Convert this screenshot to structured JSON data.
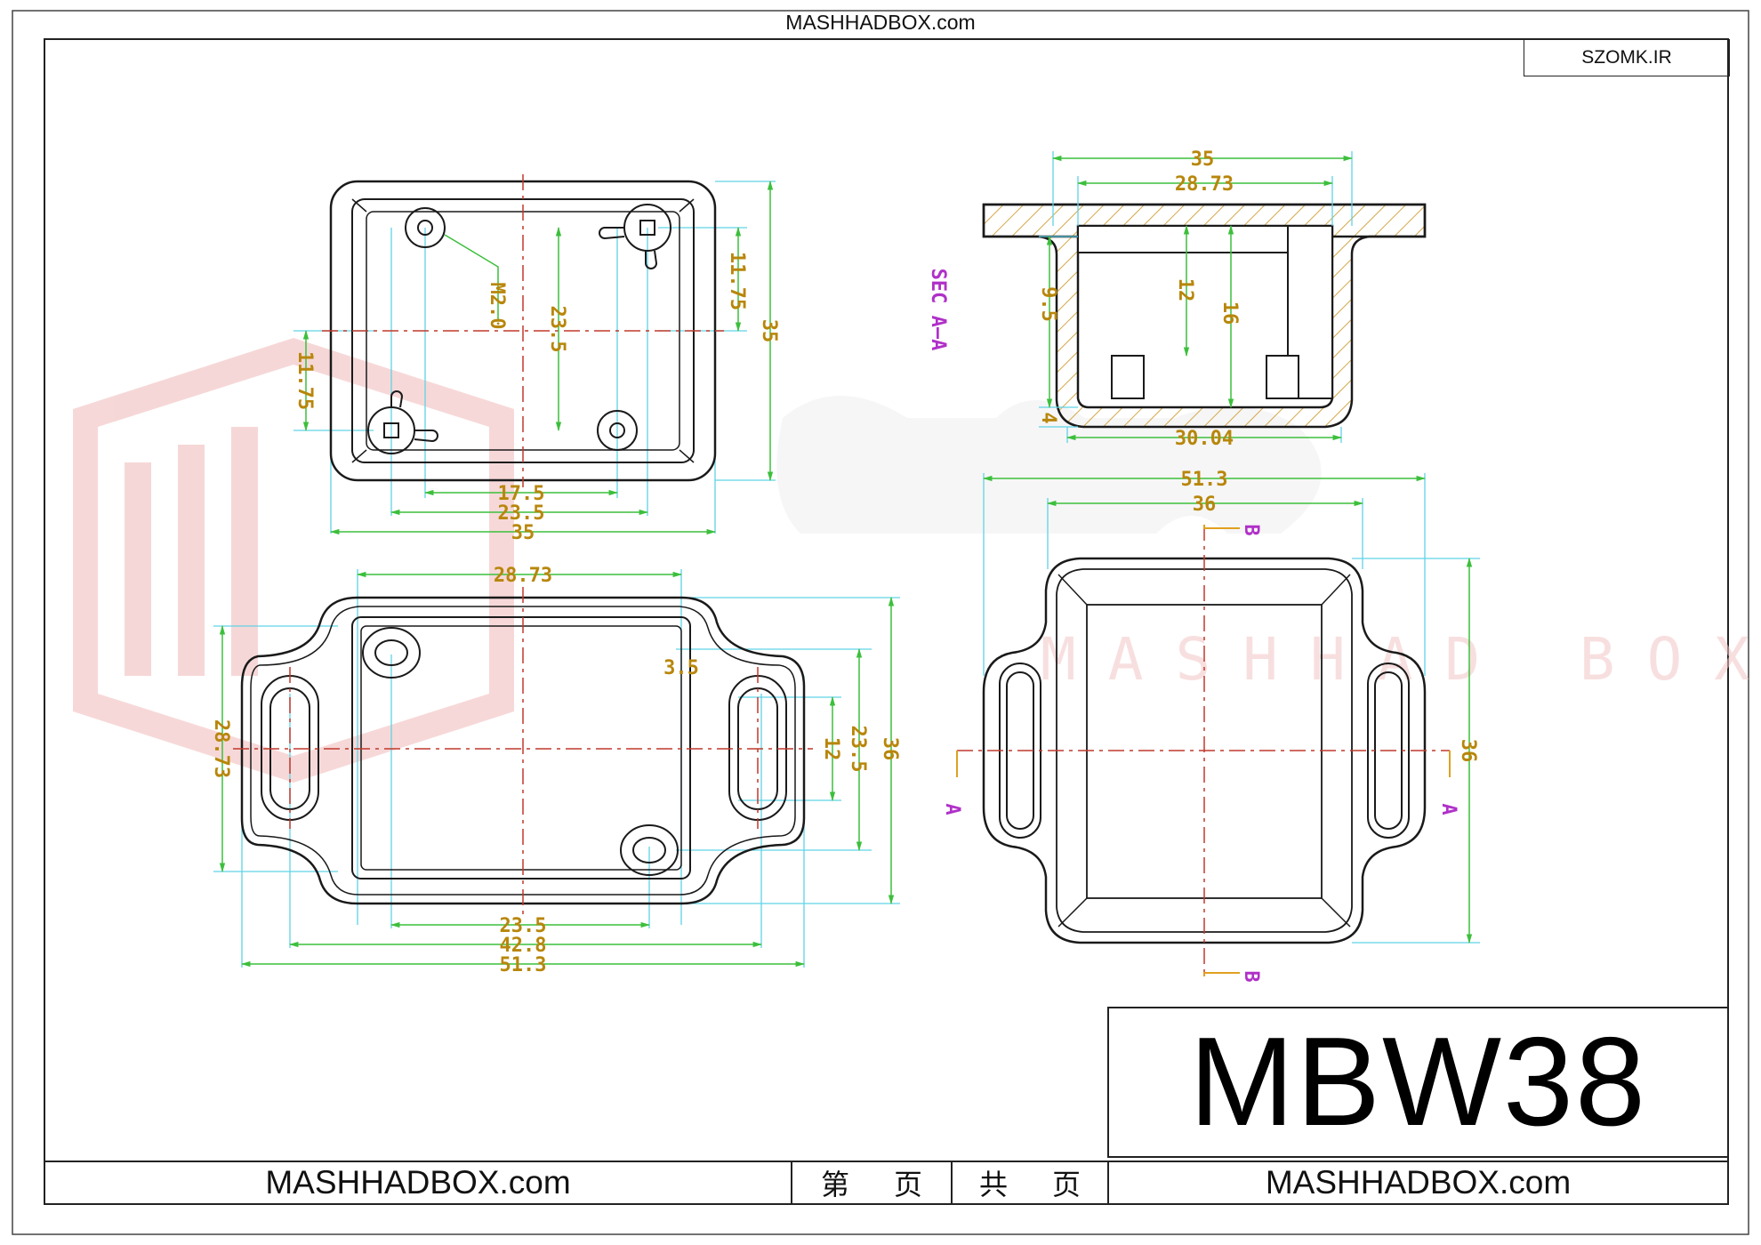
{
  "header": {
    "site_top": "MASHHADBOX.com",
    "corner_label": "SZOMK.IR"
  },
  "model": "MBW38",
  "footer": {
    "left_site": "MASHHADBOX.com",
    "cell1_a": "第",
    "cell1_b": "页",
    "cell2_a": "共",
    "cell2_b": "页",
    "right_site": "MASHHADBOX.com"
  },
  "watermark": {
    "brand_latin": "MASHHAD BOX"
  },
  "section_label": "SEC A—A",
  "section_markers": {
    "a": "A",
    "b": "B"
  },
  "dimensions": {
    "top_view": {
      "hole_note": "M2.0",
      "width_35": "35",
      "span_23_5": "23.5",
      "span_17_5": "17.5",
      "height_35": "35",
      "height_23_5": "23.5",
      "offset_right": "11.75",
      "offset_left": "11.75"
    },
    "bottom_view": {
      "inner_28_73": "28.73",
      "height_28_73": "28.73",
      "gap_3_5": "3.5",
      "slot_12": "12",
      "height_23_5": "23.5",
      "height_36": "36",
      "span_23_5": "23.5",
      "span_42_8": "42.8",
      "width_51_3": "51.3"
    },
    "section_view": {
      "width_35": "35",
      "width_28_73": "28.73",
      "depth_12": "12",
      "depth_16": "16",
      "wall_9_5": "9.5",
      "base_4": "4",
      "bottom_30_04": "30.04"
    },
    "side_view": {
      "width_51_3": "51.3",
      "width_36": "36",
      "height_36": "36"
    }
  },
  "colors": {
    "outline": "#1a1a1a",
    "centerline": "#c0392b",
    "extension": "#5fd3e6",
    "dim_line": "#3cbf3c",
    "dim_text": "#b8860b",
    "section": "#b030c8",
    "watermark": "#f1c9c9"
  }
}
